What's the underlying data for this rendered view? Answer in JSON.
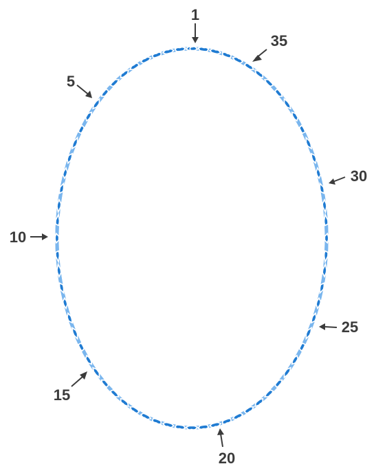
{
  "figure": {
    "description_none": "",
    "helix_colors": {
      "strand_dark": "#1f7bd2",
      "strand_light": "#7ab6ee"
    },
    "turn_labels": [
      {
        "text": "1"
      },
      {
        "text": "5"
      },
      {
        "text": "10"
      },
      {
        "text": "15"
      },
      {
        "text": "20"
      },
      {
        "text": "25"
      },
      {
        "text": "30"
      },
      {
        "text": "35"
      }
    ]
  }
}
